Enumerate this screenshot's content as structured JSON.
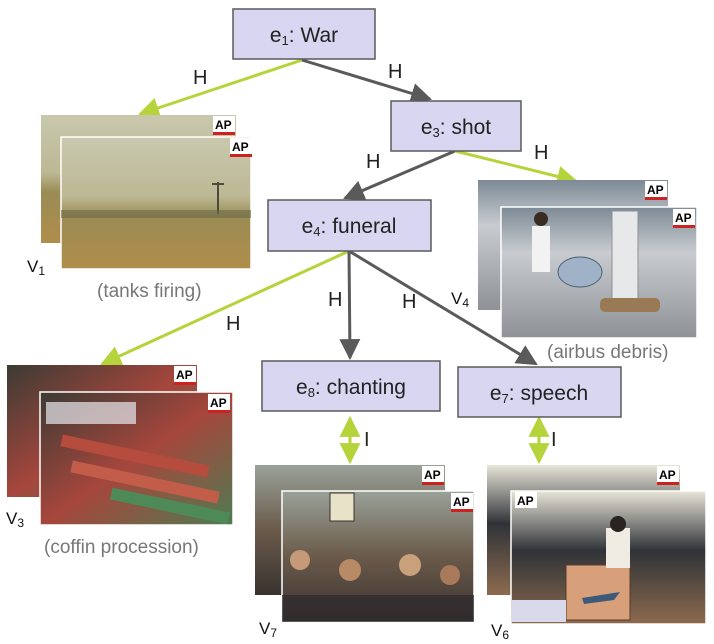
{
  "nodes": [
    {
      "id": "e1",
      "sub": "1",
      "label": "War"
    },
    {
      "id": "e3",
      "sub": "3",
      "label": "shot"
    },
    {
      "id": "e4",
      "sub": "4",
      "label": "funeral"
    },
    {
      "id": "e8",
      "sub": "8",
      "label": "chanting"
    },
    {
      "id": "e7",
      "sub": "7",
      "label": "speech"
    }
  ],
  "edges": [
    {
      "from": "e1",
      "to": "v1",
      "label": "H",
      "color": "#b5d33a"
    },
    {
      "from": "e1",
      "to": "e3",
      "label": "H",
      "color": "#5a5a5a"
    },
    {
      "from": "e3",
      "to": "e4",
      "label": "H",
      "color": "#5a5a5a"
    },
    {
      "from": "e3",
      "to": "v4",
      "label": "H",
      "color": "#b5d33a"
    },
    {
      "from": "e4",
      "to": "v3",
      "label": "H",
      "color": "#b5d33a"
    },
    {
      "from": "e4",
      "to": "e8",
      "label": "H",
      "color": "#5a5a5a"
    },
    {
      "from": "e4",
      "to": "e7",
      "label": "H",
      "color": "#5a5a5a"
    },
    {
      "from": "e8",
      "to": "v7",
      "label": "I",
      "color": "#b5d33a"
    },
    {
      "from": "e7",
      "to": "v6",
      "label": "I",
      "color": "#b5d33a"
    }
  ],
  "videos": [
    {
      "id": "v1",
      "base": "V",
      "sub": "1",
      "caption": "(tanks firing)",
      "badge": "AP"
    },
    {
      "id": "v4",
      "base": "V",
      "sub": "4",
      "caption": "(airbus debris)",
      "badge": "AP"
    },
    {
      "id": "v3",
      "base": "V",
      "sub": "3",
      "caption": "(coffin procession)",
      "badge": "AP"
    },
    {
      "id": "v7",
      "base": "V",
      "sub": "7",
      "caption": "",
      "badge": "AP"
    },
    {
      "id": "v6",
      "base": "V",
      "sub": "6",
      "caption": "",
      "badge": "AP"
    }
  ],
  "colors": {
    "node_fill": "#d8d6f0",
    "hierarchy_edge": "#5a5a5a",
    "video_link": "#b5d33a",
    "caption": "#777777"
  }
}
